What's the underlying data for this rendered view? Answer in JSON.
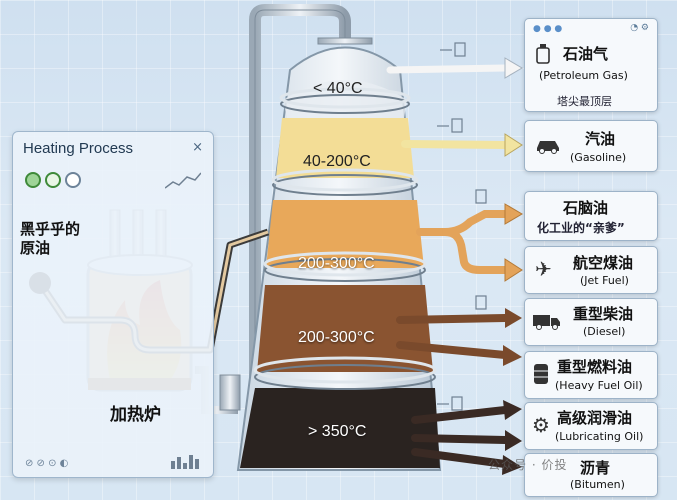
{
  "heating_panel": {
    "title": "Heating Process",
    "close_glyph": "×",
    "crude_oil_label": "黑乎乎的原油",
    "furnace_label": "加热炉"
  },
  "tower": {
    "temps": [
      "< 40°C",
      "40-200°C",
      "200-300°C",
      "200-300°C",
      "> 350°C"
    ]
  },
  "products": [
    {
      "zh": "石油气",
      "en": "(Petroleum Gas)",
      "note": "塔尖最顶层",
      "icon": "gas-canister-icon"
    },
    {
      "zh": "汽油",
      "en": "(Gasoline)",
      "icon": "car-icon"
    },
    {
      "zh": "石脑油",
      "en": "",
      "note": "化工业的“亲爹”",
      "icon": ""
    },
    {
      "zh": "航空煤油",
      "en": "(Jet Fuel)",
      "icon": "airplane-icon"
    },
    {
      "zh": "重型柴油",
      "en": "(Diesel)",
      "icon": "truck-icon"
    },
    {
      "zh": "重型燃料油",
      "en": "(Heavy Fuel Oil)",
      "icon": "fuel-drum-icon"
    },
    {
      "zh": "高级润滑油",
      "en": "(Lubricating Oil)",
      "icon": "gear-icon"
    },
    {
      "zh": "沥青",
      "en": "(Bitumen)",
      "icon": ""
    }
  ],
  "watermark": "公众号 · 价投",
  "colors": {
    "gas": "#e9eef3",
    "gasoline": "#f3dd96",
    "naphtha": "#e8a85a",
    "diesel": "#8a5431",
    "bitumen": "#2a2320",
    "arrow_gas": "#f3f3f3",
    "arrow_gasoline": "#f2e4a0",
    "arrow_orange": "#e3a35a",
    "arrow_brown": "#7a4a2c",
    "arrow_dark": "#3a2a24"
  }
}
